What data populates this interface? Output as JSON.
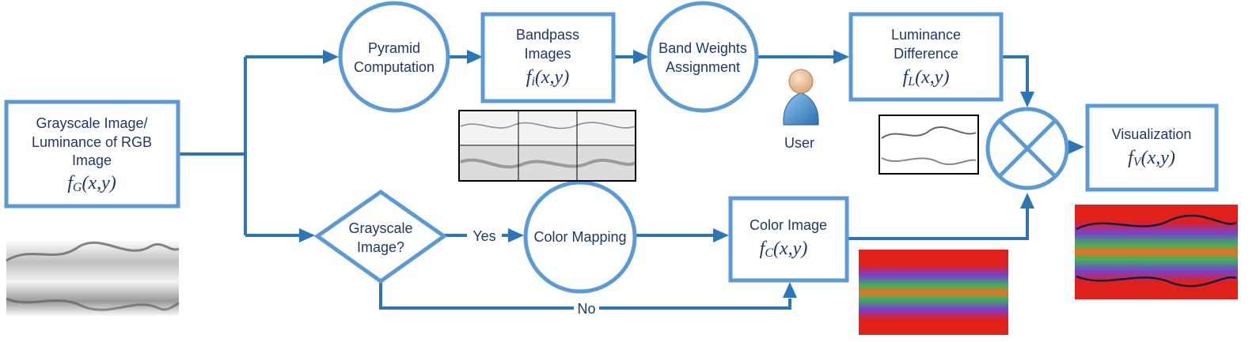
{
  "nodes": {
    "grayscale_input": {
      "lines": [
        "Grayscale Image/",
        "Luminance of RGB",
        "Image"
      ],
      "func": "f",
      "sub": "G",
      "args": "(x,y)"
    },
    "pyramid": {
      "lines": [
        "Pyramid",
        "Computation"
      ]
    },
    "bandpass": {
      "lines": [
        "Bandpass",
        "Images"
      ],
      "func": "f",
      "sub": "i",
      "args": "(x,y)"
    },
    "band_weights": {
      "lines": [
        "Band Weights",
        "Assignment"
      ]
    },
    "luminance_diff": {
      "lines": [
        "Luminance",
        "Difference"
      ],
      "func": "f",
      "sub": "L",
      "args": "(x,y)"
    },
    "user": {
      "label": "User"
    },
    "grayscale_decision": {
      "lines": [
        "Grayscale",
        "Image?"
      ]
    },
    "color_mapping": {
      "label": "Color Mapping"
    },
    "color_image": {
      "label": "Color Image",
      "func": "f",
      "sub": "C",
      "args": "(x,y)"
    },
    "visualization": {
      "label": "Visualization",
      "func": "f",
      "sub": "V",
      "args": "(x,y)"
    }
  },
  "edges": {
    "yes_label": "Yes",
    "no_label": "No"
  },
  "colors": {
    "node_border": "#5b9bd5",
    "flow_line": "#2e75b6",
    "text": "#1f3864"
  },
  "icons": {
    "user": "user-person-icon",
    "combine": "circled-x-combine-icon"
  }
}
